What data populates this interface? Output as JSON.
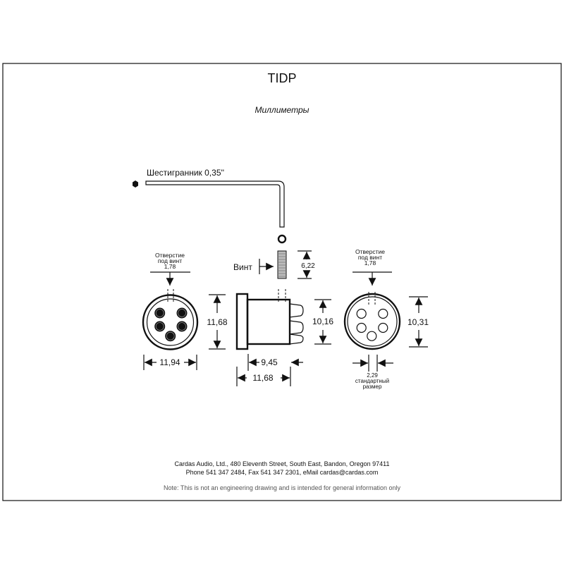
{
  "title": "TIDP",
  "units": "Миллиметры",
  "hex_key_label": "Шестигранник 0,35''",
  "screw_label": "Винт",
  "screw_length": "6,22",
  "left_view": {
    "hole_label_1": "Отверстие",
    "hole_label_2": "под винт",
    "hole_size": "1,78",
    "height": "11,68",
    "width": "11,94"
  },
  "side_view": {
    "pin_height": "10,16",
    "body_length": "9,45",
    "total_length": "11,68"
  },
  "right_view": {
    "hole_label_1": "Отверстие",
    "hole_label_2": "под винт",
    "hole_size": "1,78",
    "height": "10,31",
    "pin_size": "2,29",
    "pin_note_1": "стандартный",
    "pin_note_2": "размер"
  },
  "footer": {
    "address": "Cardas Audio, Ltd., 480 Eleventh Street, South East, Bandon, Oregon 97411",
    "contact": "Phone 541 347 2484, Fax 541 347 2301, eMail cardas@cardas.com",
    "note": "Note:  This is not an engineering drawing and is intended for general information only"
  }
}
